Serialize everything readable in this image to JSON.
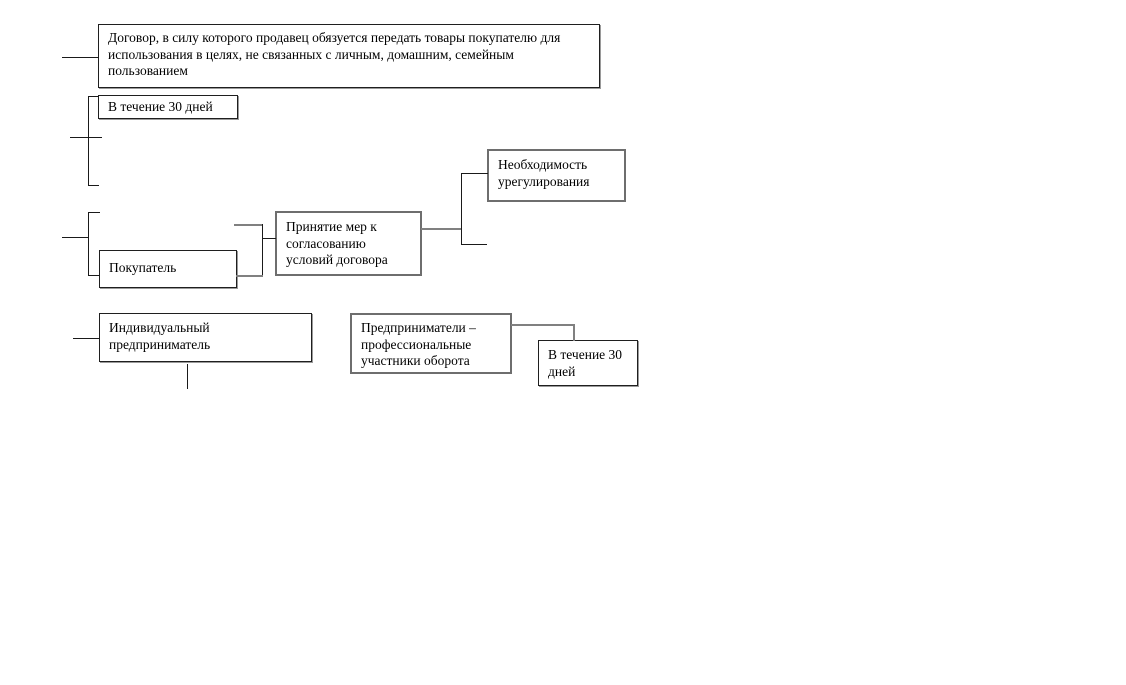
{
  "page": {
    "background_color": "#ffffff",
    "text_color": "#000000",
    "box_border_color": "#1f1f1f",
    "box_border_gray_color": "#6e6e6e",
    "line_color": "#1a1a1a",
    "line_gray_color": "#808080"
  },
  "diagram": {
    "nodes": {
      "contract": {
        "label": "Договор, в силу которого продавец обязуется передать товары покупателю для использования в целях, не связанных с личным, домашним, семейным пользованием"
      },
      "within30_top": {
        "label": "В течение 30 дней"
      },
      "need_settlement": {
        "label": "Необходимость урегулирования"
      },
      "measures": {
        "label": "Принятие мер к согласованию условий договора"
      },
      "buyer": {
        "label": "Покупатель"
      },
      "individual_entrepreneur": {
        "label": "Индивидуальный предприниматель"
      },
      "professional_participants": {
        "label": "Предприниматели – профессиональные участники оборота"
      },
      "within30_bottom": {
        "label": "В течение 30 дней"
      }
    }
  }
}
